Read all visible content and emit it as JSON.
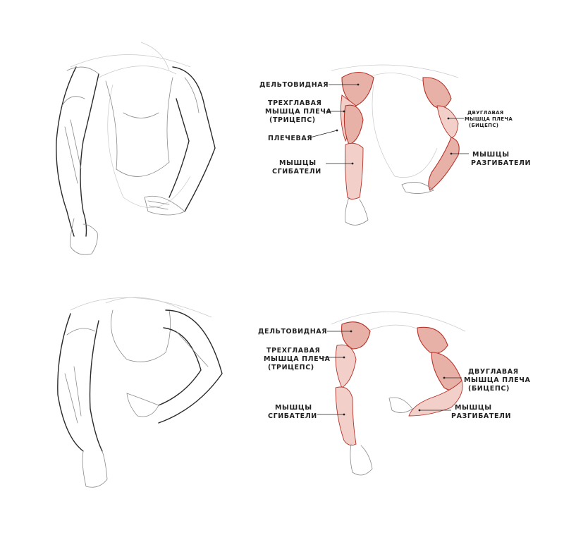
{
  "palette": {
    "muscle_fill": "#e8b1a8",
    "muscle_stroke": "#b5332a",
    "pencil": "#2a2a2a",
    "construction": "#c8c8c8"
  },
  "top_labels": {
    "deltoid": "ДЕЛЬТОВИДНАЯ",
    "triceps_1": "ТРЕХГЛАВАЯ",
    "triceps_2": "МЫШЦА ПЛЕЧА",
    "triceps_3": "(ТРИЦЕПС)",
    "brachialis": "ПЛЕЧЕВАЯ",
    "flexors_1": "МЫШЦЫ",
    "flexors_2": "СГИБАТЕЛИ",
    "biceps_1": "ДВУГЛАВАЯ",
    "biceps_2": "МЫШЦА ПЛЕЧА",
    "biceps_3": "(БИЦЕПС)",
    "extensors_1": "МЫШЦЫ",
    "extensors_2": "РАЗГИБАТЕЛИ"
  },
  "bottom_labels": {
    "deltoid": "ДЕЛЬТОВИДНАЯ",
    "triceps_1": "ТРЕХГЛАВАЯ",
    "triceps_2": "МЫШЦА ПЛЕЧА",
    "triceps_3": "(ТРИЦЕПС)",
    "flexors_1": "МЫШЦЫ",
    "flexors_2": "СГИБАТЕЛИ",
    "biceps_1": "ДВУГЛАВАЯ",
    "biceps_2": "МЫШЦА ПЛЕЧА",
    "biceps_3": "(БИЦЕПС)",
    "extensors_1": "МЫШЦЫ",
    "extensors_2": "РАЗГИБАТЕЛИ"
  }
}
